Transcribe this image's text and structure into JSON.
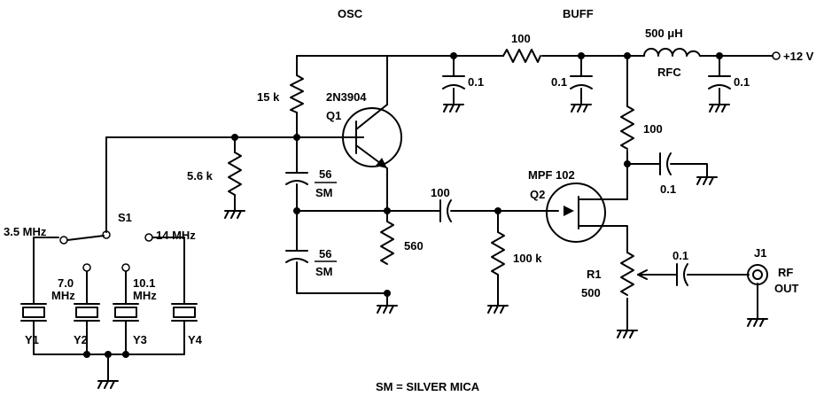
{
  "labels": {
    "osc": "OSC",
    "buff": "BUFF",
    "c_supply_in": "0.1",
    "r_supply": "100",
    "c_supply_mid": "0.1",
    "l_value": "500 μH",
    "l_name": "RFC",
    "c_supply_out": "0.1",
    "supply": "+12 V",
    "r_15k": "15 k",
    "q1_type": "2N3904",
    "q1_name": "Q1",
    "r_drain": "100",
    "c_bypass": "0.1",
    "r_5k6": "5.6 k",
    "c1_value": "56",
    "c1_type": "SM",
    "c2_value": "56",
    "c2_type": "SM",
    "r_560": "560",
    "c_couple": "100",
    "r_100k": "100 k",
    "q2_type": "MPF 102",
    "q2_name": "Q2",
    "r1_name": "R1",
    "r1_value": "500",
    "c_out": "0.1",
    "j1_name": "J1",
    "rf_out_1": "RF",
    "rf_out_2": "OUT",
    "s1_name": "S1",
    "band_1": "3.5 MHz",
    "band_2_a": "7.0",
    "band_2_b": "MHz",
    "band_3_a": "10.1",
    "band_3_b": "MHz",
    "band_4": "14 MHz",
    "y1": "Y1",
    "y2": "Y2",
    "y3": "Y3",
    "y4": "Y4",
    "legend": "SM = SILVER MICA"
  }
}
